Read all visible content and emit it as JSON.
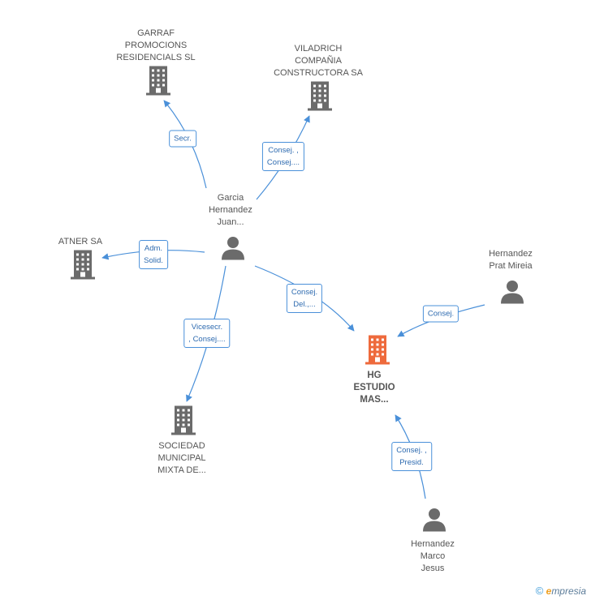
{
  "colors": {
    "edge": "#4a90d9",
    "company": "#6b6b6b",
    "main_company": "#ee6a3c",
    "person": "#6b6b6b"
  },
  "nodes": {
    "garraf": {
      "lines": [
        "GARRAF",
        "PROMOCIONS",
        "RESIDENCIALS SL"
      ],
      "icon": "building-icon"
    },
    "viladrich": {
      "lines": [
        "VILADRICH",
        "COMPAÑIA",
        "CONSTRUCTORA SA"
      ],
      "icon": "building-icon"
    },
    "garcia": {
      "lines": [
        "Garcia",
        "Hernandez",
        "Juan..."
      ],
      "icon": "person-icon"
    },
    "atner": {
      "lines": [
        "ATNER SA"
      ],
      "icon": "building-icon"
    },
    "hernandez_prat": {
      "lines": [
        "Hernandez",
        "Prat Mireia"
      ],
      "icon": "person-icon"
    },
    "hg": {
      "lines": [
        "HG",
        "ESTUDIO",
        "MAS..."
      ],
      "icon": "building-icon"
    },
    "sociedad": {
      "lines": [
        "SOCIEDAD",
        "MUNICIPAL",
        "MIXTA DE..."
      ],
      "icon": "building-icon"
    },
    "hernandez_marco": {
      "lines": [
        "Hernandez",
        "Marco",
        "Jesus"
      ],
      "icon": "person-icon"
    }
  },
  "edges": {
    "secr": [
      "Secr."
    ],
    "consej_viladrich": [
      "Consej. ,",
      "Consej...."
    ],
    "adm_solid": [
      "Adm.",
      "Solid."
    ],
    "consej_del": [
      "Consej.",
      "Del.,..."
    ],
    "consej_prat": [
      "Consej."
    ],
    "vicesecr": [
      "Vicesecr.",
      ", Consej...."
    ],
    "consej_presid": [
      "Consej. ,",
      "Presid."
    ]
  },
  "footer": {
    "copyright": "©",
    "brand_first": "e",
    "brand_rest": "mpresia"
  }
}
